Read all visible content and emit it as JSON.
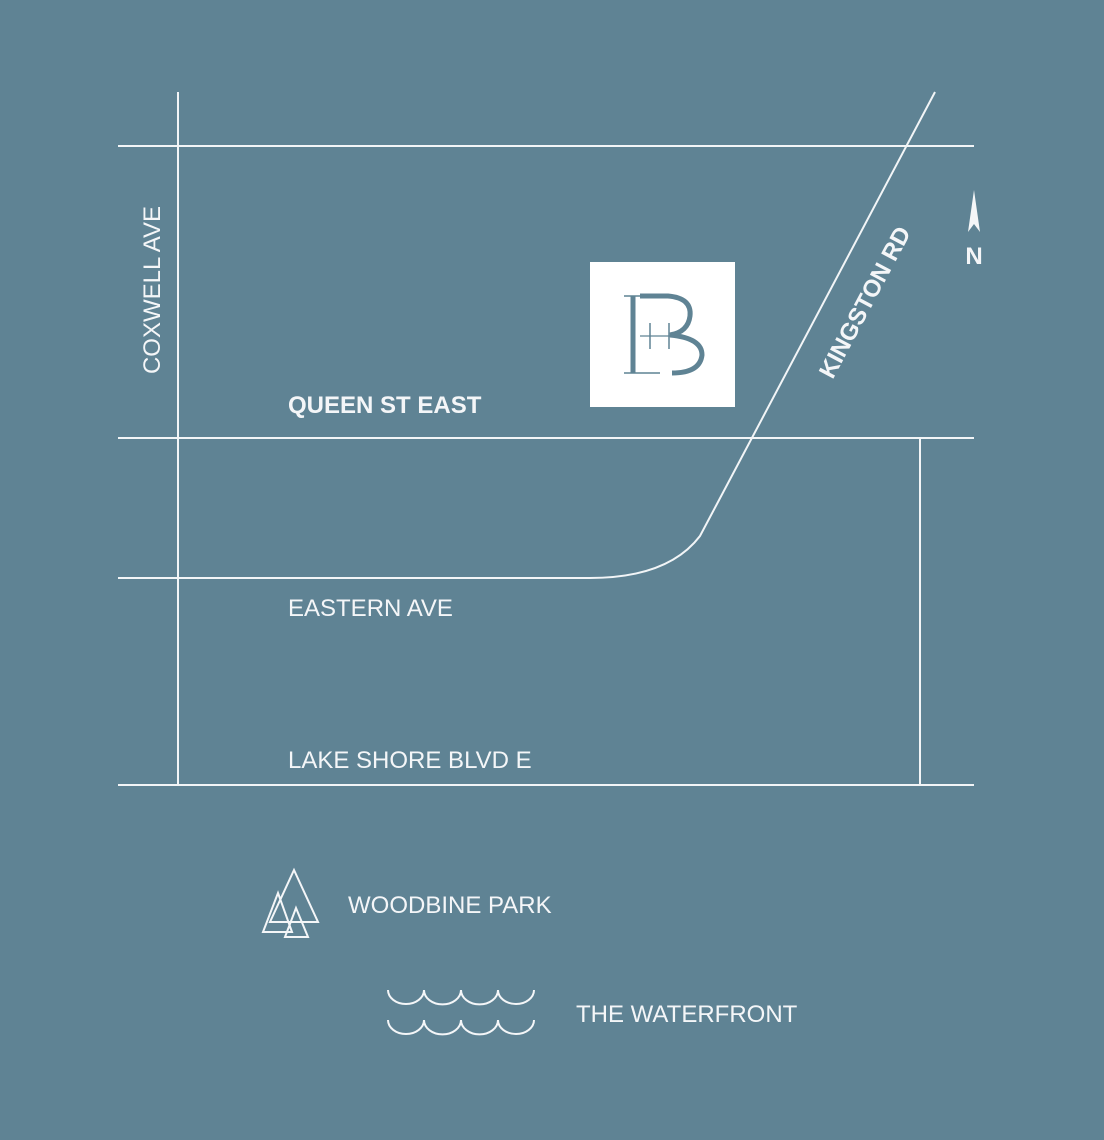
{
  "colors": {
    "background": "#5f8394",
    "lines": "#f2f5f7",
    "logo_bg": "#ffffff",
    "logo_fg": "#5f8394"
  },
  "streets": {
    "coxwell": "COXWELL AVE",
    "queen": "QUEEN ST EAST",
    "kingston": "KINGSTON RD",
    "eastern": "EASTERN AVE",
    "lakeshore": "LAKE SHORE BLVD E"
  },
  "compass": {
    "label": "N",
    "icon": "north-arrow-icon"
  },
  "logo": {
    "text": "HB"
  },
  "legend": [
    {
      "icon": "trees-icon",
      "label": "WOODBINE PARK"
    },
    {
      "icon": "waves-icon",
      "label": "THE WATERFRONT"
    }
  ]
}
